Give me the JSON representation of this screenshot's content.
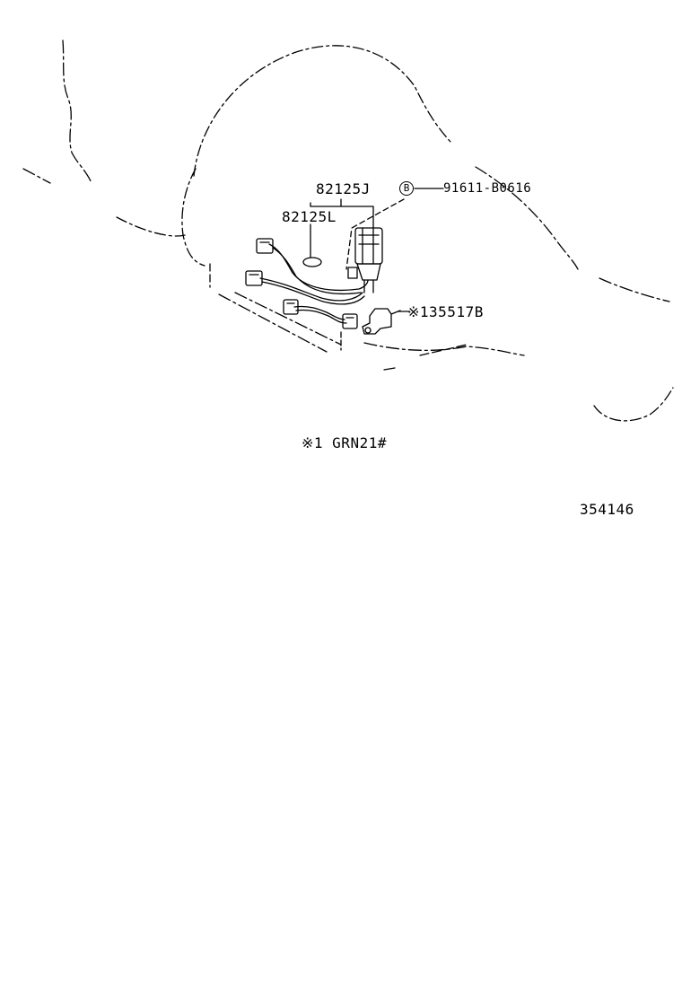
{
  "parts": {
    "part_82125J": "82125J",
    "part_82125L": "82125L",
    "bolt_callout": "B",
    "bolt_part": "91611-B0616",
    "bracket_part": "※135517B"
  },
  "footnote": "※1 GRN21#",
  "illustration_number": "354146"
}
